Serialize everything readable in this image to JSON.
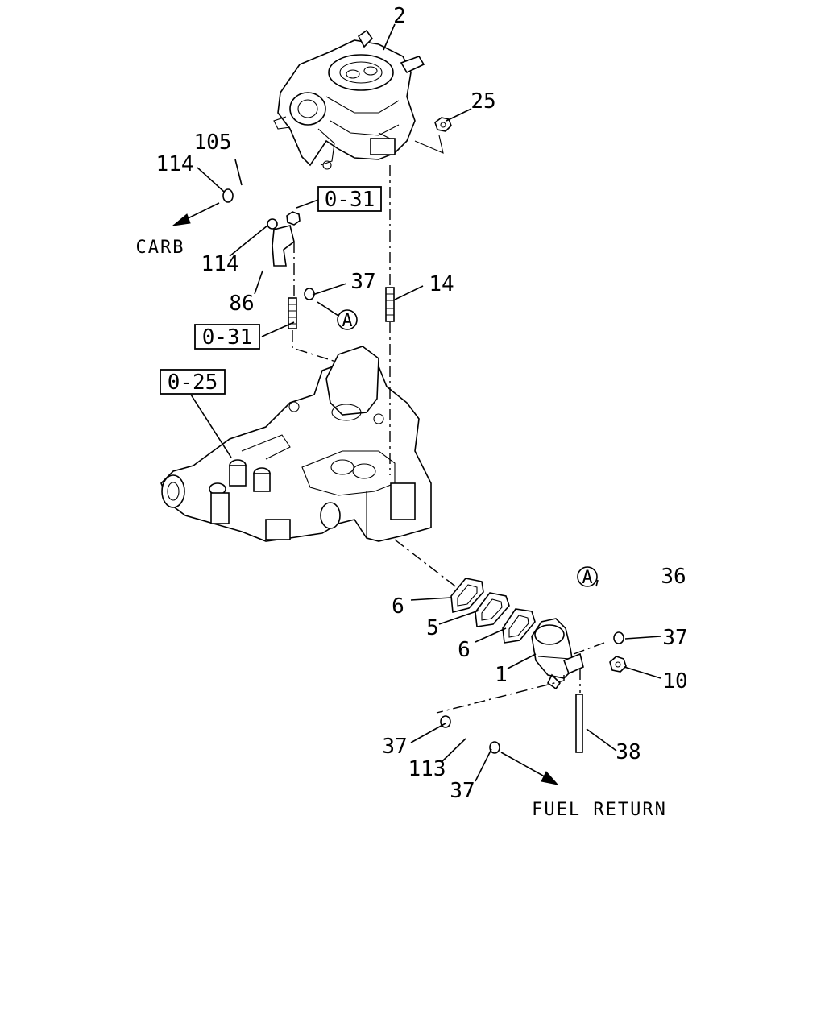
{
  "callouts": {
    "c2": "2",
    "c25": "25",
    "c105": "105",
    "c114a": "114",
    "c114b": "114",
    "c86": "86",
    "c37a": "37",
    "c14": "14",
    "c36": "36",
    "c37b": "37",
    "c10": "10",
    "c6a": "6",
    "c5": "5",
    "c6b": "6",
    "c1": "1",
    "c37c": "37",
    "c113": "113",
    "c37d": "37",
    "c38": "38"
  },
  "refs": {
    "r031a": "0-31",
    "r031b": "0-31",
    "r025": "0-25"
  },
  "markers": {
    "ma": "A",
    "mb": "A"
  },
  "notes": {
    "carb": "CARB",
    "fuel_return": "FUEL RETURN"
  }
}
